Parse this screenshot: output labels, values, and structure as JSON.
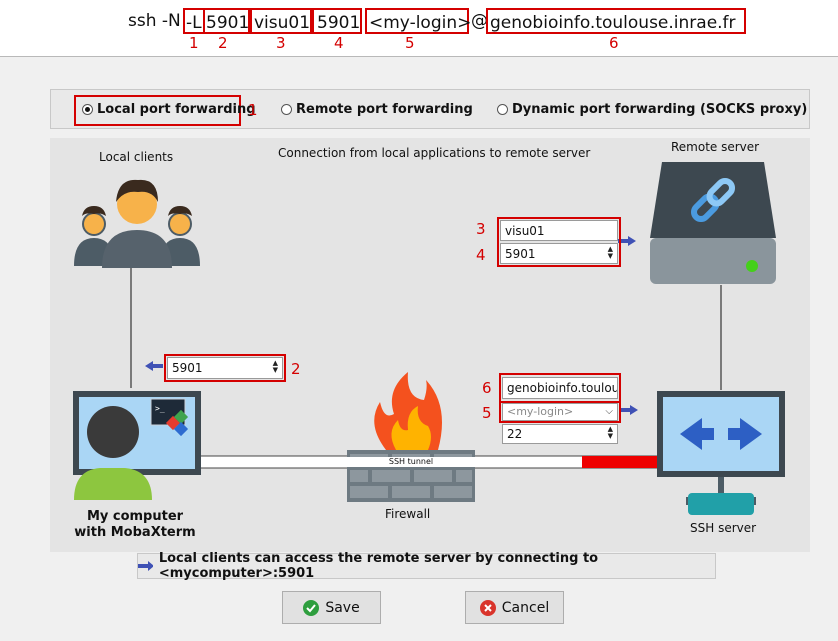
{
  "command": {
    "prefix": "ssh -N ",
    "flag": "-L",
    "local_port": "5901",
    "remote_host": "visu01",
    "remote_port": "5901",
    "login": "<my-login>",
    "at": "@",
    "server": "genobioinfo.toulouse.inrae.fr",
    "markers": [
      "1",
      "2",
      "3",
      "4",
      "5",
      "6"
    ]
  },
  "modes": {
    "local": "Local port forwarding",
    "remote": "Remote port forwarding",
    "dynamic": "Dynamic port forwarding (SOCKS proxy)",
    "selected": "local"
  },
  "diagram": {
    "caption": "Connection from local applications to remote server",
    "local_clients_label": "Local clients",
    "remote_server_label": "Remote server",
    "my_computer_label_line1": "My computer",
    "my_computer_label_line2": "with MobaXterm",
    "firewall_label": "Firewall",
    "ssh_server_label": "SSH server",
    "tunnel_label": "SSH tunnel"
  },
  "fields": {
    "remote_host_value": "visu01",
    "remote_port_value": "5901",
    "forwarded_port_value": "5901",
    "ssh_server_value": "genobioinfo.toulouse",
    "ssh_user_placeholder": "<my-login>",
    "ssh_port_value": "22"
  },
  "annotation_numbers": {
    "radio": "1",
    "forwarded_port": "2",
    "remote_host": "3",
    "remote_port": "4",
    "ssh_user": "5",
    "ssh_server": "6"
  },
  "footer_text": "Local clients can access the remote server by connecting to <mycomputer>:5901",
  "buttons": {
    "save": "Save",
    "cancel": "Cancel"
  },
  "colors": {
    "annotation_red": "#d40000",
    "arrow_blue": "#3f51b5",
    "save_green": "#2e9e3e",
    "cancel_red": "#d9342b"
  }
}
